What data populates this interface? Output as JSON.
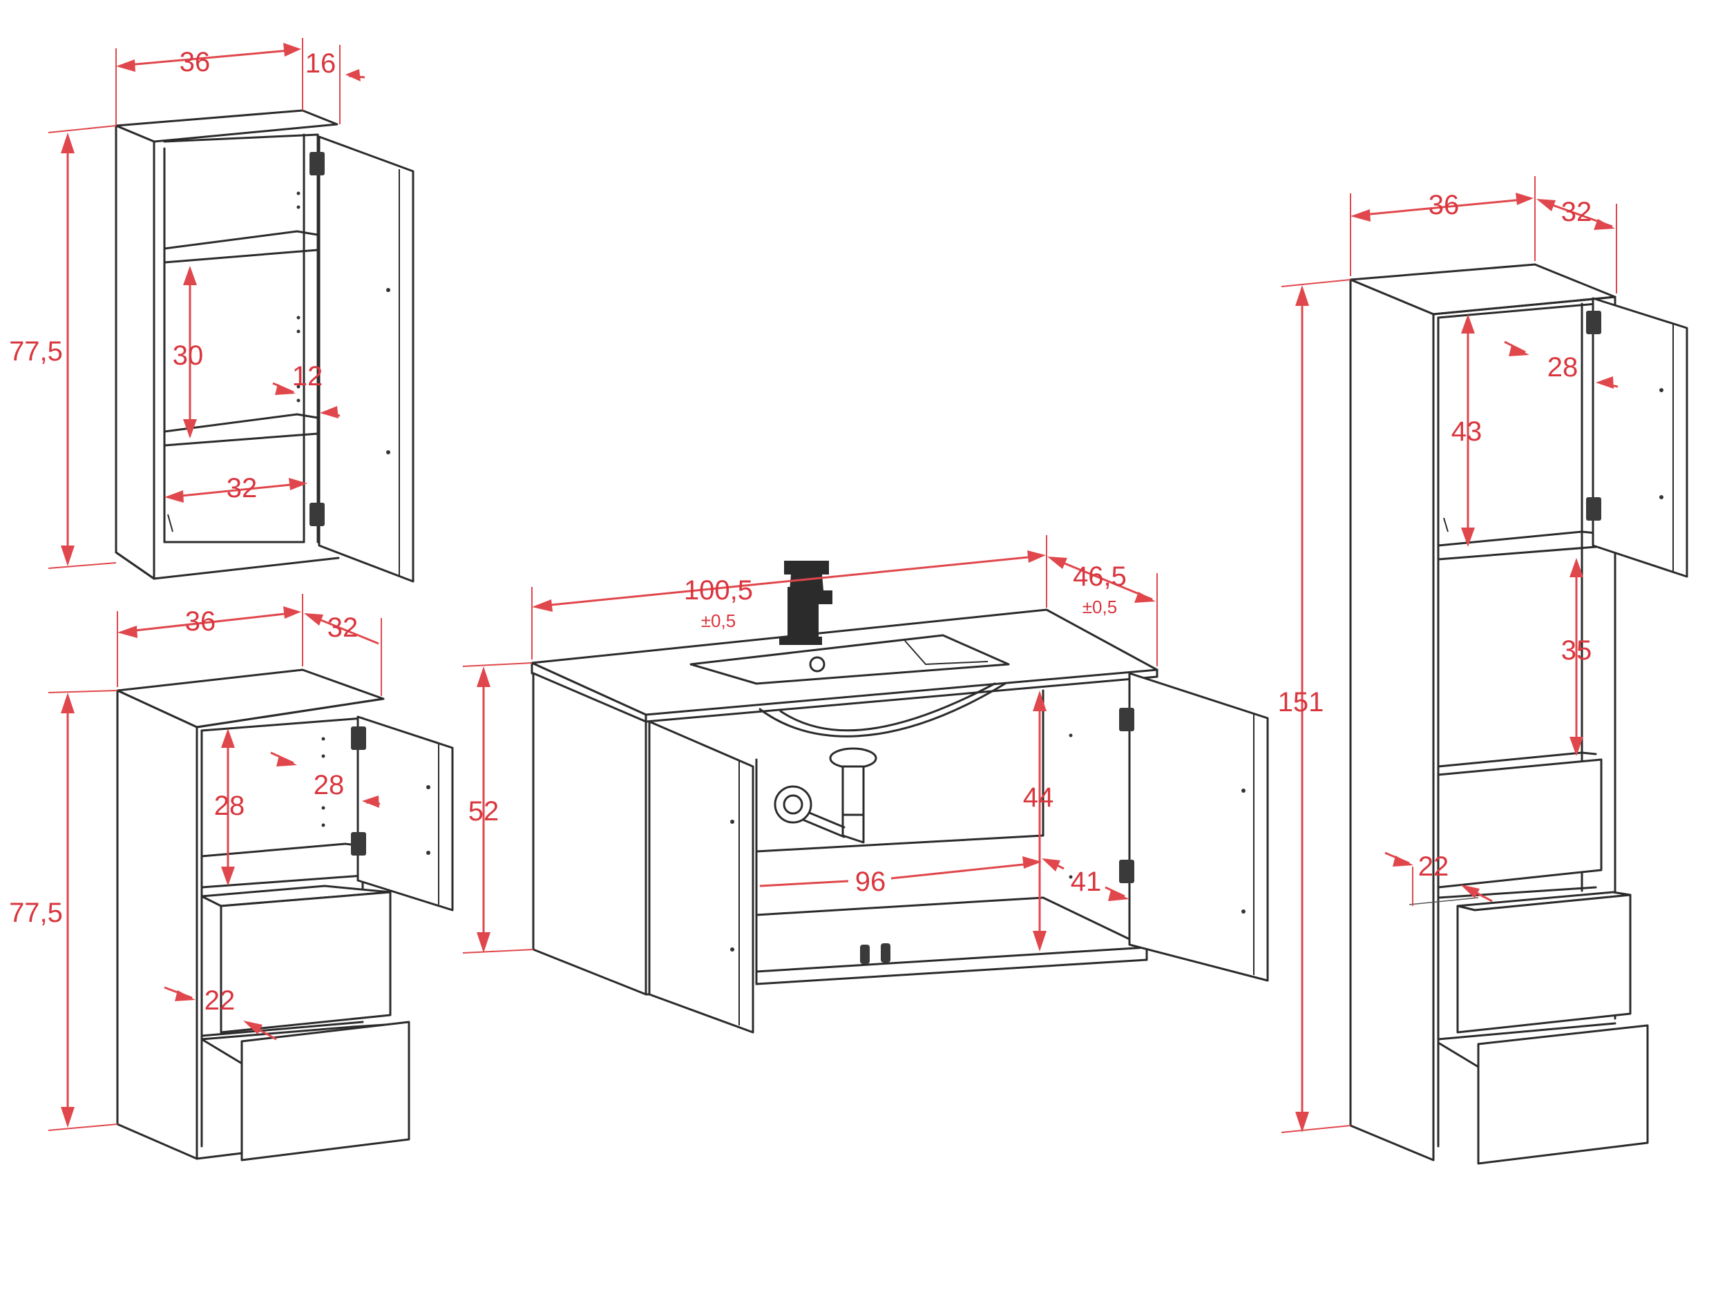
{
  "colors": {
    "line": "#2b2b2b",
    "dimension": "#e0474c",
    "text": "#d9363e",
    "background": "#ffffff"
  },
  "wall_cabinet": {
    "width": "36",
    "depth": "16",
    "height": "77,5",
    "shelf_gap": "30",
    "door_thickness": "12",
    "inner_width": "32"
  },
  "side_cabinet": {
    "width": "36",
    "depth": "32",
    "height": "77,5",
    "shelf_gap": "28",
    "door_inset": "28",
    "drawer": "22"
  },
  "vanity": {
    "width": "100,5",
    "width_tolerance": "±0,5",
    "depth": "46,5",
    "depth_tolerance": "±0,5",
    "height": "52",
    "inner_height": "44",
    "inner_width": "96",
    "inner_depth": "41"
  },
  "tall_cabinet": {
    "width": "36",
    "depth": "32",
    "height": "151",
    "upper_gap": "43",
    "door_inset": "28",
    "middle_gap": "35",
    "drawer": "22"
  }
}
